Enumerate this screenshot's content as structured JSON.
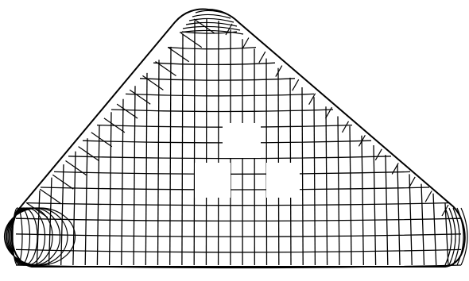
{
  "figure": {
    "subject": "rounded-triangular-prism-wireframe-mesh",
    "background_color": "#ffffff",
    "line_color": "#000000",
    "outline_color": "#000000",
    "mesh": {
      "vertical_line_count": 34,
      "horizontal_band_count": 15,
      "end_cap_arc_count": 8,
      "missing_cells": [
        "upper-middle-block",
        "center-left-block",
        "center-right-block"
      ]
    }
  }
}
